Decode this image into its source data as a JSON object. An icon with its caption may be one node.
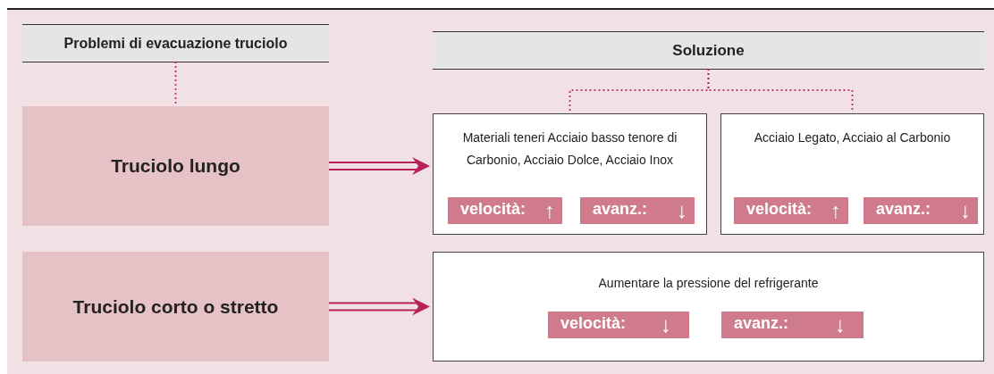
{
  "diagram": {
    "nodes": [
      {
        "text": [
          "Problemi di evacuazione truciolo"
        ]
      },
      {
        "text": [
          "Truciolo lungo"
        ]
      },
      {
        "text": [
          "Truciolo corto o stretto"
        ]
      },
      {
        "text": [
          "Soluzione"
        ]
      },
      {
        "text": [
          "Materiali teneri Acciaio basso tenore di Carbonio, Acciaio Dolce, Acciaio Inox"
        ]
      },
      {
        "text": [
          "velocità:",
          "↑"
        ],
        "in": 4
      },
      {
        "text": [
          "avanz.:",
          "↓"
        ],
        "in": 4
      },
      {
        "text": [
          "Acciaio Legato, Acciaio al Carbonio"
        ]
      },
      {
        "text": [
          "velocità:",
          "↑"
        ],
        "in": 7
      },
      {
        "text": [
          "avanz.:",
          "↓"
        ],
        "in": 7
      },
      {
        "text": [
          "Aumentare la pressione del refrigerante"
        ]
      },
      {
        "text": [
          "velocità:",
          "↓"
        ],
        "in": 10
      },
      {
        "text": [
          "avanz.:",
          "↓"
        ],
        "in": 10
      }
    ],
    "edges": [
      {
        "from": 0,
        "to": 1,
        "arrow": "none",
        "style": "dashed"
      },
      {
        "from": 3,
        "to": 4,
        "arrow": "none",
        "style": "dashed"
      },
      {
        "from": 3,
        "to": 7,
        "arrow": "none",
        "style": "dashed"
      },
      {
        "from": 1,
        "to": 4,
        "arrow": "to"
      },
      {
        "from": 2,
        "to": 10,
        "arrow": "to"
      }
    ]
  }
}
